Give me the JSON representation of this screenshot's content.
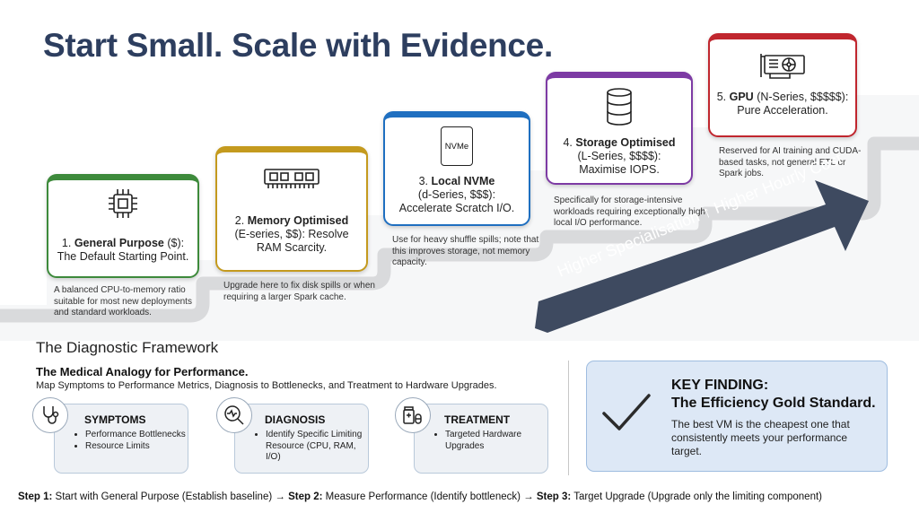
{
  "title": "Start Small. Scale with Evidence.",
  "tiers": [
    {
      "number": "1.",
      "name": "General Purpose",
      "spec": "($):",
      "tagline": "The Default Starting Point.",
      "description": "A balanced CPU-to-memory ratio suitable for most new deployments and standard workloads.",
      "icon": "cpu-chip-icon",
      "color": "#3d8a3b"
    },
    {
      "number": "2.",
      "name": "Memory Optimised",
      "spec": "(E-series, $$): Resolve",
      "tagline": "RAM Scarcity.",
      "description": "Upgrade here to fix disk spills or when requiring a larger Spark cache.",
      "icon": "memory-module-icon",
      "color": "#c49a1e"
    },
    {
      "number": "3.",
      "name": "Local NVMe",
      "spec": "(d-Series, $$$):",
      "tagline": "Accelerate Scratch I/O.",
      "description": "Use for heavy shuffle spills; note that this improves storage, not memory capacity.",
      "icon": "nvme-drive-icon",
      "icon_text": "NVMe",
      "color": "#1f6fc0"
    },
    {
      "number": "4.",
      "name": "Storage Optimised",
      "spec": "(L-Series, $$$$):",
      "tagline": "Maximise IOPS.",
      "description": "Specifically for storage-intensive workloads requiring exceptionally high local I/O performance.",
      "icon": "database-icon",
      "color": "#7d3ba4"
    },
    {
      "number": "5.",
      "name": "GPU",
      "spec": "(N-Series, $$$$$):",
      "tagline": "Pure Acceleration.",
      "description": "Reserved for AI training and CUDA-based tasks, not general ETL or Spark jobs.",
      "icon": "gpu-card-icon",
      "color": "#c0262e"
    }
  ],
  "arrow_label": "Higher Specialisation ↑ Higher Hourly Cost",
  "diagnostic": {
    "title": "The Diagnostic Framework",
    "subtitle": "The Medical Analogy for Performance.",
    "description": "Map Symptoms to Performance Metrics, Diagnosis to Bottlenecks, and Treatment to Hardware Upgrades.",
    "boxes": [
      {
        "title": "SYMPTOMS",
        "icon": "stethoscope-icon",
        "items": [
          "Performance Bottlenecks",
          "Resource Limits"
        ]
      },
      {
        "title": "DIAGNOSIS",
        "icon": "magnifier-heartbeat-icon",
        "items": [
          "Identify Specific Limiting Resource (CPU, RAM, I/O)"
        ]
      },
      {
        "title": "TREATMENT",
        "icon": "medicine-bottle-icon",
        "items": [
          "Targeted Hardware Upgrades"
        ]
      }
    ]
  },
  "key_finding": {
    "heading": "KEY FINDING:",
    "subheading": "The Efficiency Gold Standard.",
    "text": "The best VM is the cheapest one that consistently meets your performance target.",
    "icon": "checkmark-icon"
  },
  "steps": [
    {
      "label": "Step 1:",
      "text": "Start with General Purpose (Establish baseline)"
    },
    {
      "label": "Step 2:",
      "text": "Measure Performance (Identify bottleneck)"
    },
    {
      "label": "Step 3:",
      "text": "Target Upgrade (Upgrade only the limiting component)"
    }
  ],
  "step_separator": "→"
}
